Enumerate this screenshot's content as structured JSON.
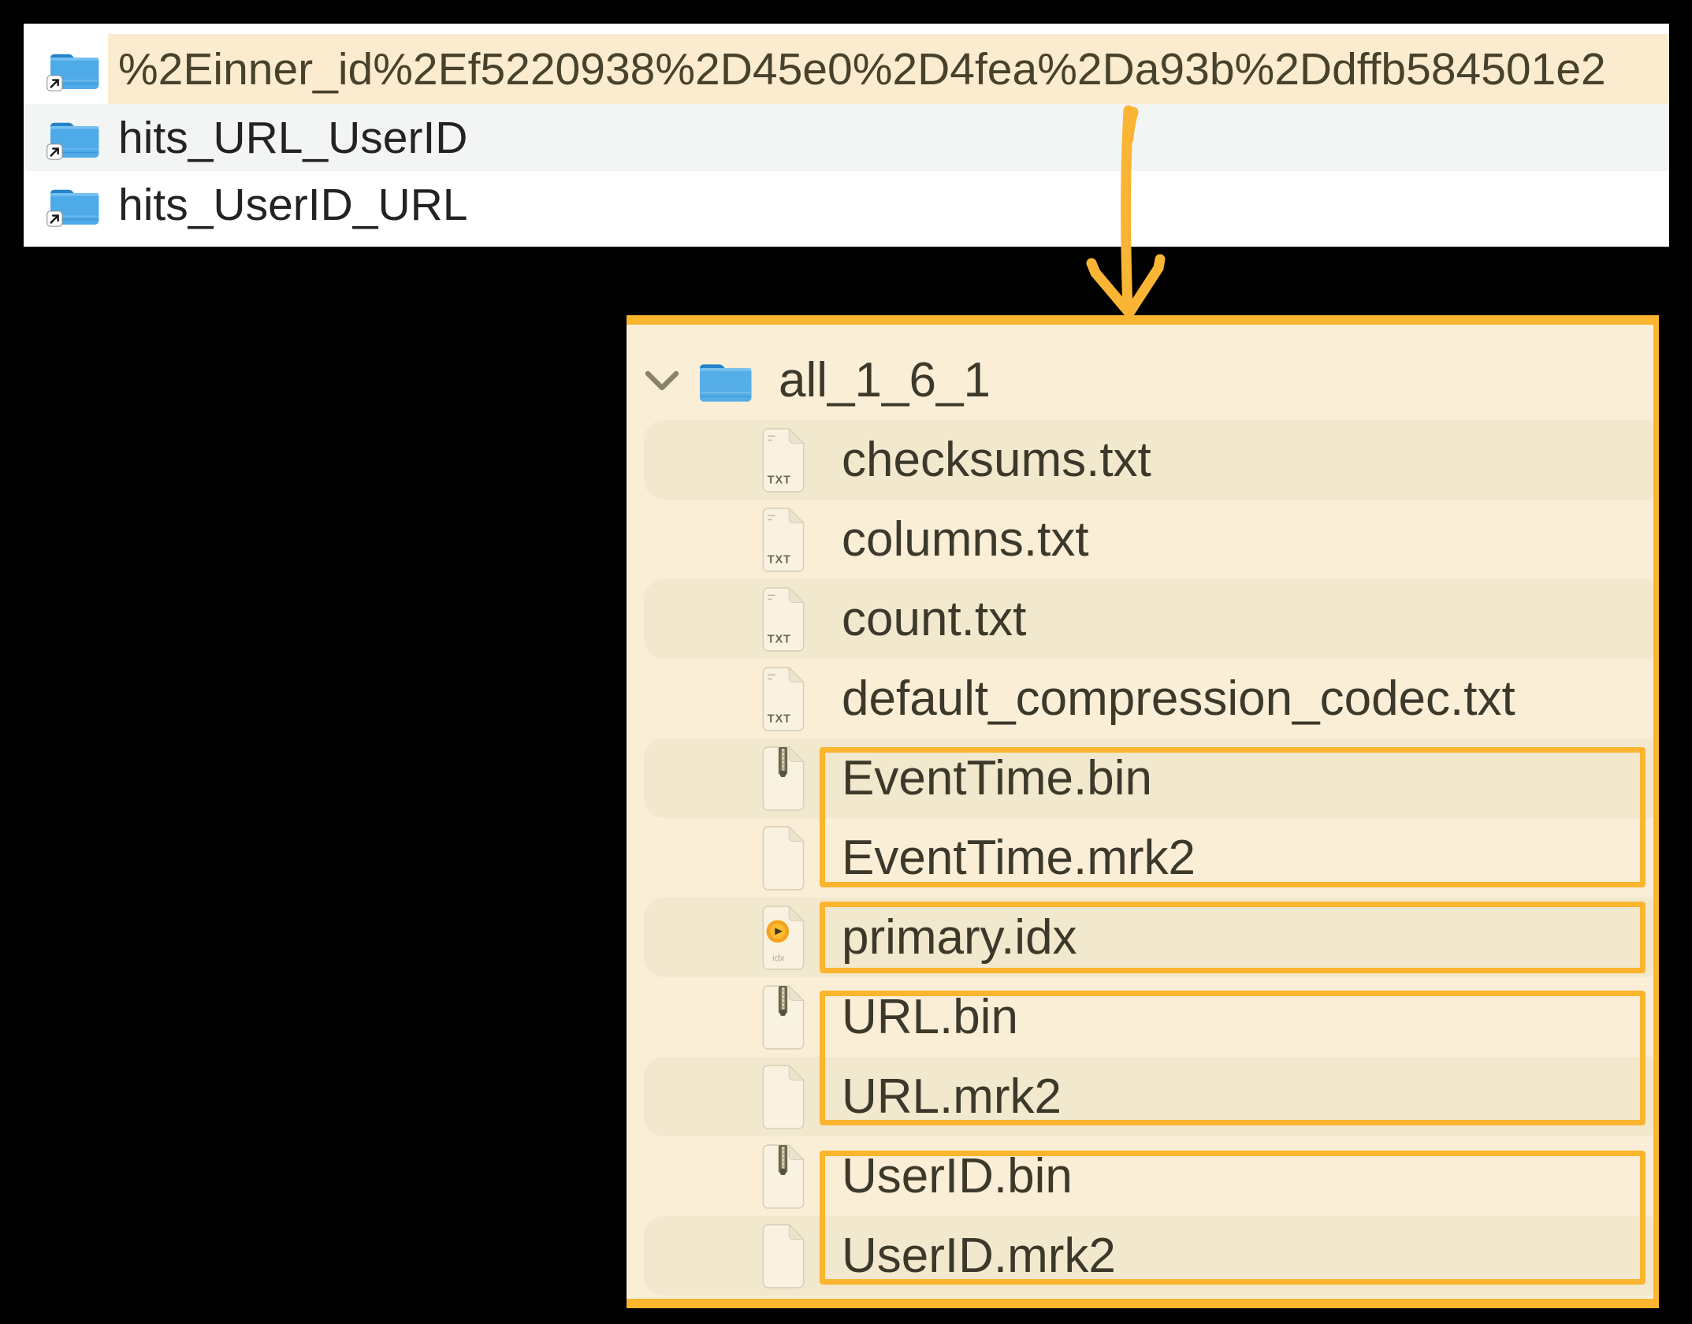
{
  "colors": {
    "annotation_orange": "#fbb52e",
    "selection_highlight_cream": "#fbecd0",
    "panel_cream": "#faeed6",
    "row_stripe_beige": "#f1e8cd",
    "alt_row_gray": "#f3f5f5",
    "folder_blue": "#4faae8"
  },
  "top_list": {
    "items": [
      {
        "label": "%2Einner_id%2Ef5220938%2D45e0%2D4fea%2Da93b%2Ddffb584501e2",
        "type": "alias-folder",
        "highlighted": true
      },
      {
        "label": "hits_URL_UserID",
        "type": "alias-folder",
        "highlighted": false
      },
      {
        "label": "hits_UserID_URL",
        "type": "alias-folder",
        "highlighted": false
      }
    ]
  },
  "annotation": {
    "arrow_direction": "down",
    "grouped_files": [
      [
        "EventTime.bin",
        "EventTime.mrk2"
      ],
      [
        "primary.idx"
      ],
      [
        "URL.bin",
        "URL.mrk2"
      ],
      [
        "UserID.bin",
        "UserID.mrk2"
      ]
    ]
  },
  "tree": {
    "root": {
      "label": "all_1_6_1",
      "expanded": true
    },
    "files": [
      {
        "label": "checksums.txt",
        "kind": "txt"
      },
      {
        "label": "columns.txt",
        "kind": "txt"
      },
      {
        "label": "count.txt",
        "kind": "txt"
      },
      {
        "label": "default_compression_codec.txt",
        "kind": "txt"
      },
      {
        "label": "EventTime.bin",
        "kind": "bin"
      },
      {
        "label": "EventTime.mrk2",
        "kind": "blank"
      },
      {
        "label": "primary.idx",
        "kind": "idx"
      },
      {
        "label": "URL.bin",
        "kind": "bin"
      },
      {
        "label": "URL.mrk2",
        "kind": "blank"
      },
      {
        "label": "UserID.bin",
        "kind": "bin"
      },
      {
        "label": "UserID.mrk2",
        "kind": "blank"
      }
    ]
  },
  "icon_text": {
    "txt": "TXT",
    "idx": "idx"
  }
}
